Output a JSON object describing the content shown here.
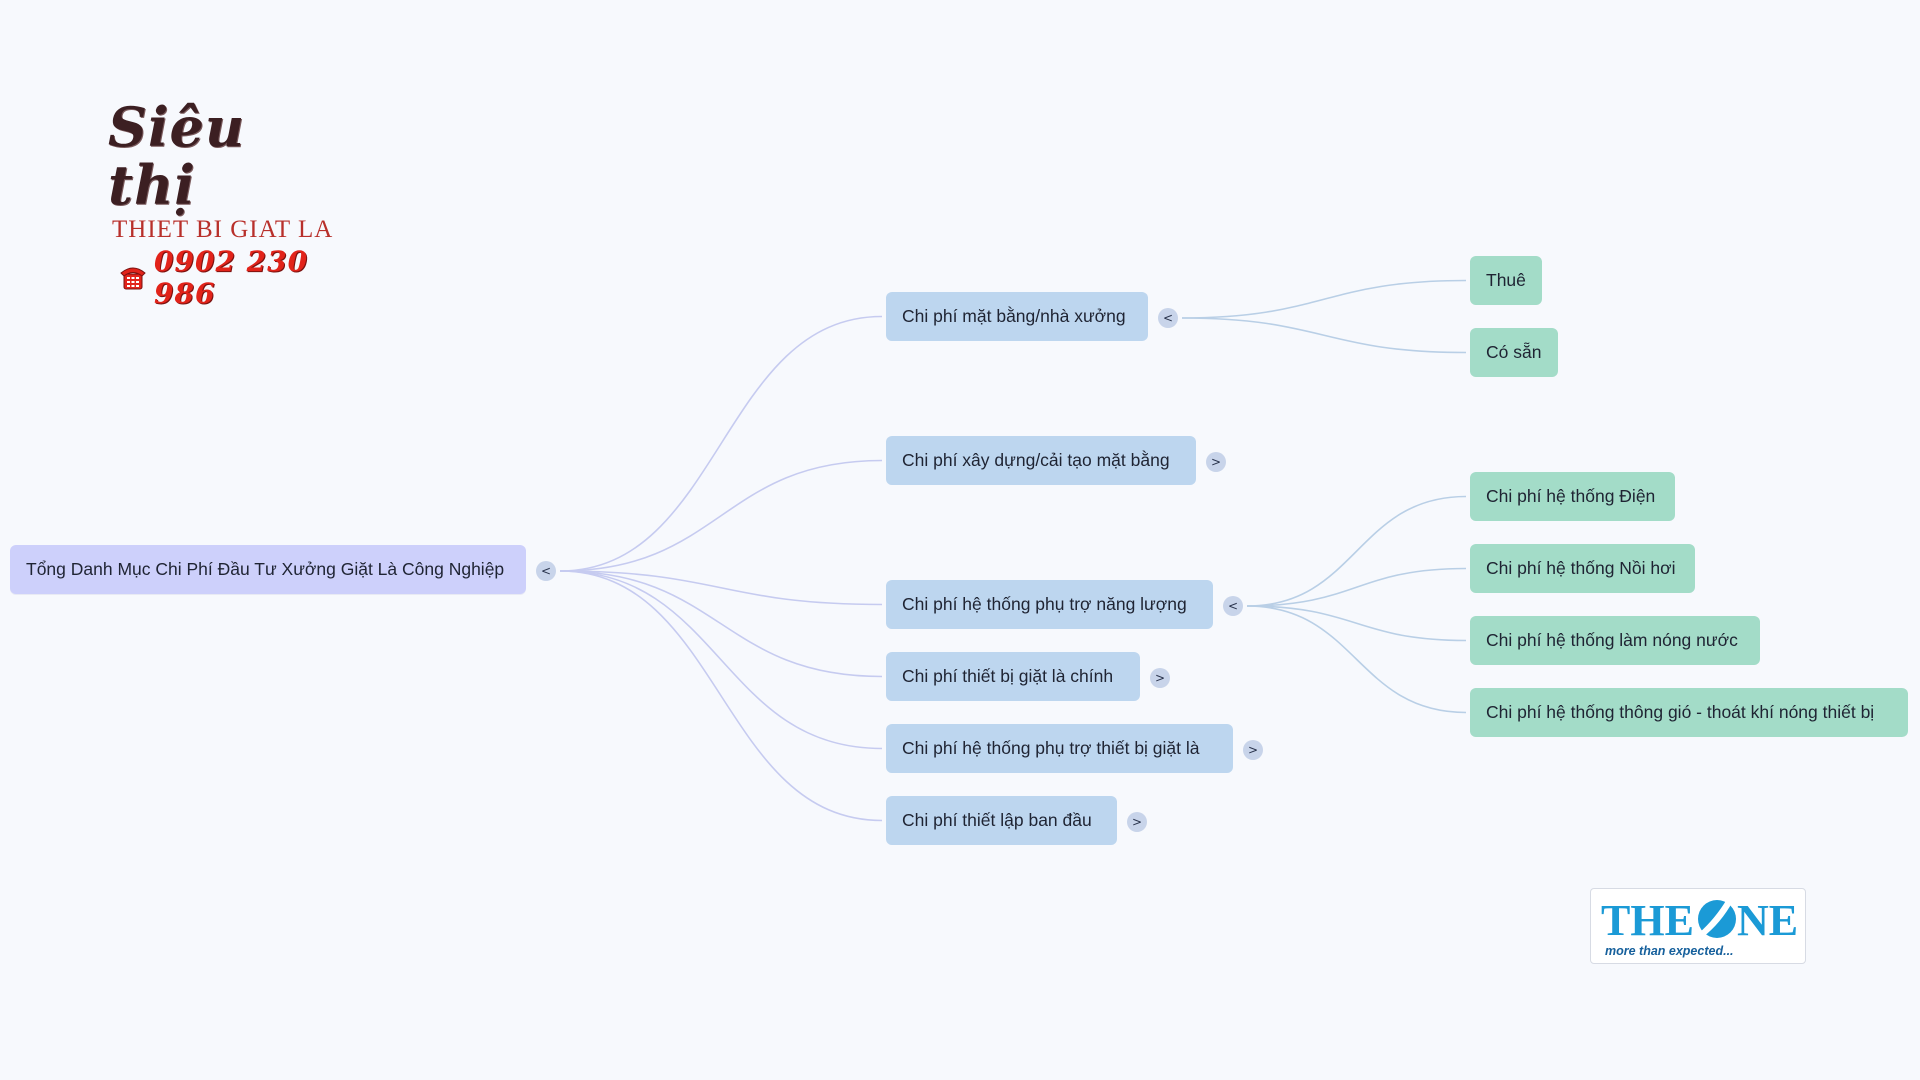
{
  "root": {
    "label": "Tổng Danh Mục Chi Phí Đầu Tư Xưởng Giặt Là Công Nghiệp",
    "toggle": "<"
  },
  "branches": [
    {
      "label": "Chi phí mặt bằng/nhà xưởng",
      "toggle": "<",
      "children": [
        "Thuê",
        "Có sẵn"
      ]
    },
    {
      "label": "Chi phí xây dựng/cải tạo mặt bằng",
      "toggle": ">"
    },
    {
      "label": "Chi phí hệ thống phụ trợ năng lượng",
      "toggle": "<",
      "children": [
        "Chi phí hệ thống Điện",
        "Chi phí hệ thống Nồi hơi",
        "Chi phí hệ thống làm nóng nước",
        "Chi phí hệ thống thông gió - thoát khí nóng thiết bị"
      ]
    },
    {
      "label": "Chi phí thiết bị giặt là chính",
      "toggle": ">"
    },
    {
      "label": "Chi phí hệ thống phụ trợ thiết bị giặt là",
      "toggle": ">"
    },
    {
      "label": "Chi phí thiết lập ban đầu",
      "toggle": ">"
    }
  ],
  "logos": {
    "sieuthi": {
      "title": "Siêu thị",
      "subtitle": "THIET BI GIAT LA",
      "phone": "0902 230 986",
      "icon": "telephone-icon"
    },
    "theone": {
      "wordmark": "THE ONE",
      "tagline": "more than expected..."
    }
  },
  "colors": {
    "background": "#f7f9fd",
    "root_node": "#cdd0fb",
    "branch_node": "#bdd6ef",
    "leaf_node": "#a3dcc8",
    "root_connector": "#c6cbf0",
    "leaf_connector": "#b9cfe6",
    "brand_red": "#e2231a",
    "brand_blue": "#1b9ad6"
  }
}
